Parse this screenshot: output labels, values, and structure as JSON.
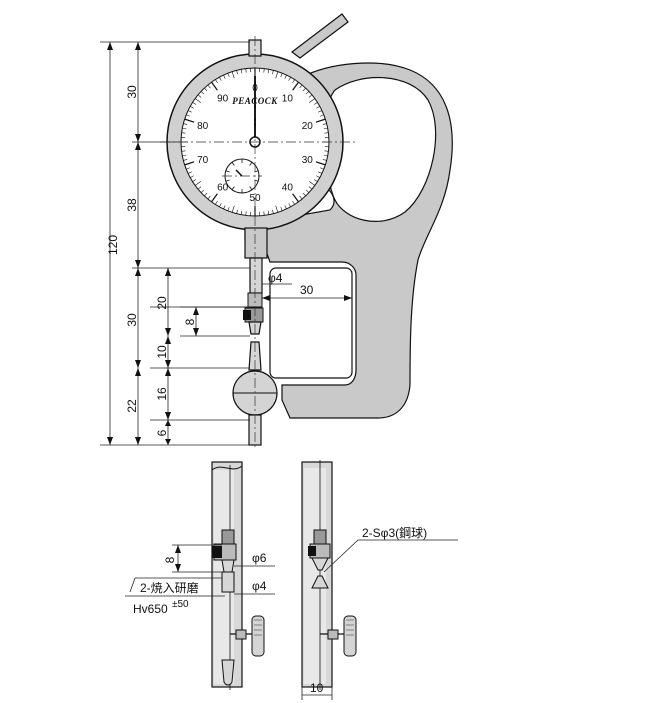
{
  "dial": {
    "brand": "PEACOCK",
    "numbers": [
      "0",
      "10",
      "20",
      "30",
      "40",
      "50",
      "60",
      "70",
      "80",
      "90"
    ]
  },
  "dimensions": {
    "total_height": "120",
    "dial_upper": "30",
    "dial_lower": "38",
    "throat_lower": "30",
    "lower": "22",
    "anvil_gap": "20",
    "contact_length": "8",
    "gap_10": "10",
    "frame_16": "16",
    "tip_6": "6",
    "stem_dia": "φ4",
    "throat_depth": "30"
  },
  "detail_left": {
    "height": "8",
    "dia_upper": "φ6",
    "dia_lower": "φ4",
    "note_line1": "2-焼入研磨",
    "note_line2": "Hv650",
    "tolerance": "±50"
  },
  "detail_right": {
    "note": "2-Sφ3(鋼球)",
    "width": "10"
  },
  "colors": {
    "part_fill": "#c9c9c9",
    "line": "#111111"
  }
}
